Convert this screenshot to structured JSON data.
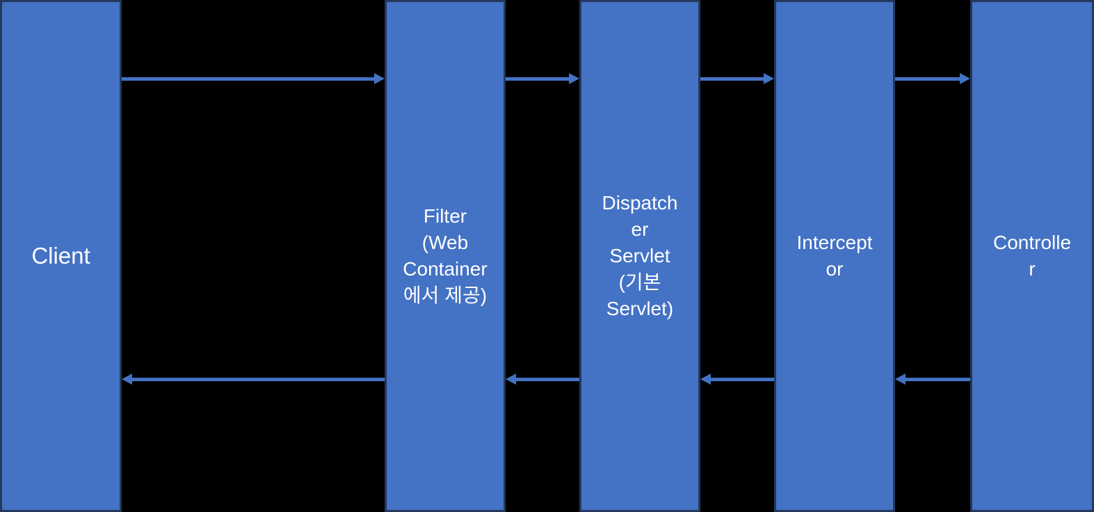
{
  "diagram": {
    "title": "Spring MVC request flow diagram",
    "background_color": "#000000",
    "colors": {
      "column_fill": "#4472C4",
      "column_border": "#24385E",
      "arrow": "#4472C4",
      "text": "#FFFFFF"
    },
    "columns": [
      {
        "id": "client",
        "label": "Client",
        "lines": [
          "Client"
        ]
      },
      {
        "id": "filter",
        "label": "Filter (Web Container 에서 제공)",
        "lines": [
          "Filter",
          "(Web",
          "Container",
          "에서 제공)"
        ]
      },
      {
        "id": "dispatcher-servlet",
        "label": "Dispatcher Servlet (기본 Servlet)",
        "lines": [
          "Dispatch",
          "er",
          "Servlet",
          "(기본",
          "Servlet)"
        ]
      },
      {
        "id": "interceptor",
        "label": "Interceptor",
        "lines": [
          "Intercept",
          "or"
        ]
      },
      {
        "id": "controller",
        "label": "Controller",
        "lines": [
          "Controlle",
          "r"
        ]
      }
    ],
    "arrows": {
      "request_flow": [
        {
          "from": "client",
          "to": "filter",
          "direction": "right"
        },
        {
          "from": "filter",
          "to": "dispatcher-servlet",
          "direction": "right"
        },
        {
          "from": "dispatcher-servlet",
          "to": "interceptor",
          "direction": "right"
        },
        {
          "from": "interceptor",
          "to": "controller",
          "direction": "right"
        }
      ],
      "response_flow": [
        {
          "from": "filter",
          "to": "client",
          "direction": "left"
        },
        {
          "from": "dispatcher-servlet",
          "to": "filter",
          "direction": "left"
        },
        {
          "from": "interceptor",
          "to": "dispatcher-servlet",
          "direction": "left"
        },
        {
          "from": "controller",
          "to": "interceptor",
          "direction": "left"
        }
      ]
    }
  }
}
